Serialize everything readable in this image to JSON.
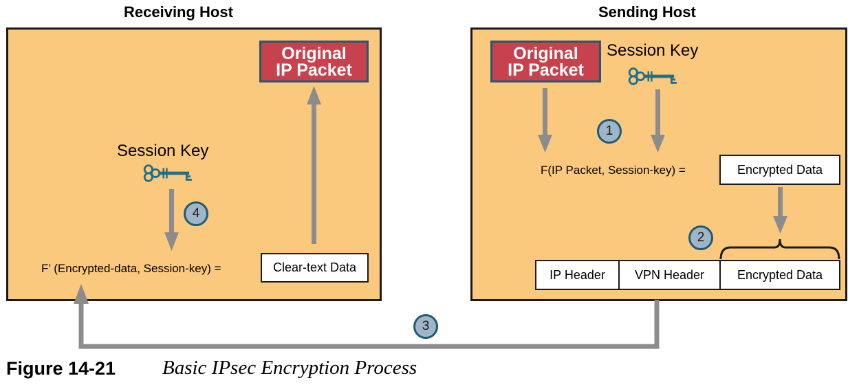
{
  "receiving_host": {
    "title": "Receiving Host",
    "original_packet": [
      "Original",
      "IP Packet"
    ],
    "session_key_label": "Session Key",
    "formula": "F’ (Encrypted-data, Session-key) =",
    "result_box": "Clear-text Data",
    "step": "4"
  },
  "sending_host": {
    "title": "Sending Host",
    "original_packet": [
      "Original",
      "IP Packet"
    ],
    "session_key_label": "Session Key",
    "formula": "F(IP Packet, Session-key) =",
    "result_box": "Encrypted Data",
    "step_encrypt": "1",
    "step_encap": "2",
    "packet_fields": [
      "IP Header",
      "VPN Header",
      "Encrypted Data"
    ]
  },
  "transit_step": "3",
  "caption": {
    "number": "Figure 14-21",
    "text": "Basic IPsec Encryption Process"
  },
  "colors": {
    "panel": "#fbc97d",
    "packet_red": "#c8424d",
    "key_teal": "#1f6f8b",
    "step_circle": "#9fb6c9",
    "arrow_gray": "#8c8c8c"
  },
  "icons": [
    "key-icon",
    "arrow-icon",
    "brace-icon"
  ]
}
